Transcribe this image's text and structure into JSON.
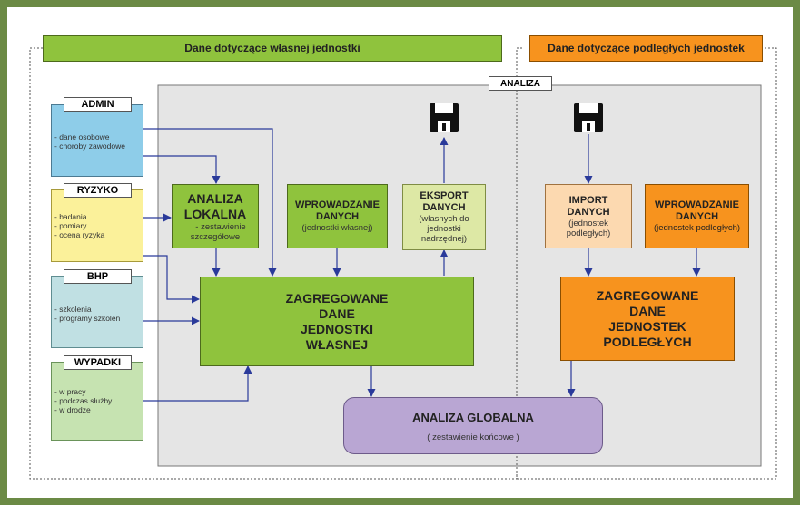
{
  "banner_own": "Dane dotyczące własnej jednostki",
  "banner_sub": "Dane dotyczące podległych jednostek",
  "analiza_label": "ANALIZA",
  "admin": {
    "title": "ADMIN",
    "items": [
      "- dane osobowe",
      "- choroby zawodowe"
    ]
  },
  "ryzyko": {
    "title": "RYZYKO",
    "items": [
      "- badania",
      "- pomiary",
      "- ocena ryzyka"
    ]
  },
  "bhp": {
    "title": "BHP",
    "items": [
      "- szkolenia",
      "- programy szkoleń"
    ]
  },
  "wypadki": {
    "title": "WYPADKI",
    "items": [
      "- w pracy",
      "- podczas służby",
      "- w drodze"
    ]
  },
  "analiza_lokalna": {
    "title1": "ANALIZA",
    "title2": "LOKALNA",
    "sub1": "- zestawienie",
    "sub2": "szczegółowe"
  },
  "wprow_wlasne": {
    "title1": "WPROWADZANIE",
    "title2": "DANYCH",
    "sub": "(jednostki własnej)"
  },
  "eksport": {
    "title1": "EKSPORT",
    "title2": "DANYCH",
    "sub1": "(własnych do",
    "sub2": "jednostki",
    "sub3": "nadrzędnej)"
  },
  "import": {
    "title1": "IMPORT",
    "title2": "DANYCH",
    "sub1": "(jednostek",
    "sub2": "podległych)"
  },
  "wprow_podlegle": {
    "title1": "WPROWADZANIE",
    "title2": "DANYCH",
    "sub": "(jednostek podległych)"
  },
  "zagr_wlasne": {
    "l1": "ZAGREGOWANE",
    "l2": "DANE",
    "l3": "JEDNOSTKI",
    "l4": "WŁASNEJ"
  },
  "zagr_podlegle": {
    "l1": "ZAGREGOWANE",
    "l2": "DANE",
    "l3": "JEDNOSTEK",
    "l4": "PODLEGŁYCH"
  },
  "globalna": {
    "title": "ANALIZA GLOBALNA",
    "sub": "( zestawienie końcowe )"
  },
  "colors": {
    "frame": "#6b8a45",
    "green": "#8fc33d",
    "orange": "#f7931e",
    "purple": "#b9a6d3",
    "arrow": "#2a3a9a"
  }
}
